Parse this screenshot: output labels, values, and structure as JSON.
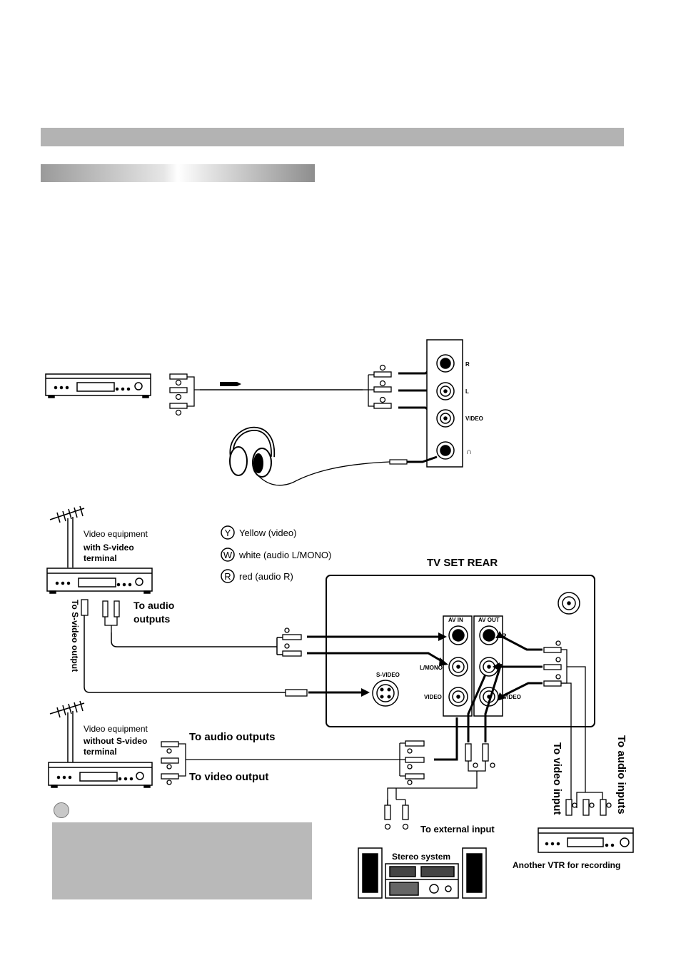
{
  "labels": {
    "jack_r": "R",
    "jack_l": "L",
    "jack_video": "VIDEO",
    "jack_headphone": "∩",
    "video_equip_s1": "Video equipment",
    "video_equip_s2": "with S-video",
    "video_equip_s3": "terminal",
    "legend_y_letter": "Y",
    "legend_y": "Yellow (video)",
    "legend_w_letter": "W",
    "legend_w": "white (audio L/MONO)",
    "legend_r_letter": "R",
    "legend_r": "red (audio R)",
    "tv_set_rear": "TV SET REAR",
    "to_s_video_output": "To S-video output",
    "to_audio_outputs_1a": "To audio",
    "to_audio_outputs_1b": "outputs",
    "av_in": "AV IN",
    "av_out": "AV OUT",
    "panel_r": "R",
    "l_mono": "L/MONO",
    "s_video": "S-VIDEO",
    "panel_video_left": "VIDEO",
    "panel_video_right": "VIDEO",
    "video_equip_ns1": "Video equipment",
    "video_equip_ns2": "without S-video",
    "video_equip_ns3": "terminal",
    "to_audio_outputs_2": "To audio outputs",
    "to_video_output": "To video output",
    "to_external_input": "To external input",
    "stereo_system": "Stereo system",
    "to_video_input": "To video input",
    "to_audio_inputs": "To audio inputs",
    "another_vtr": "Another VTR for recording"
  }
}
